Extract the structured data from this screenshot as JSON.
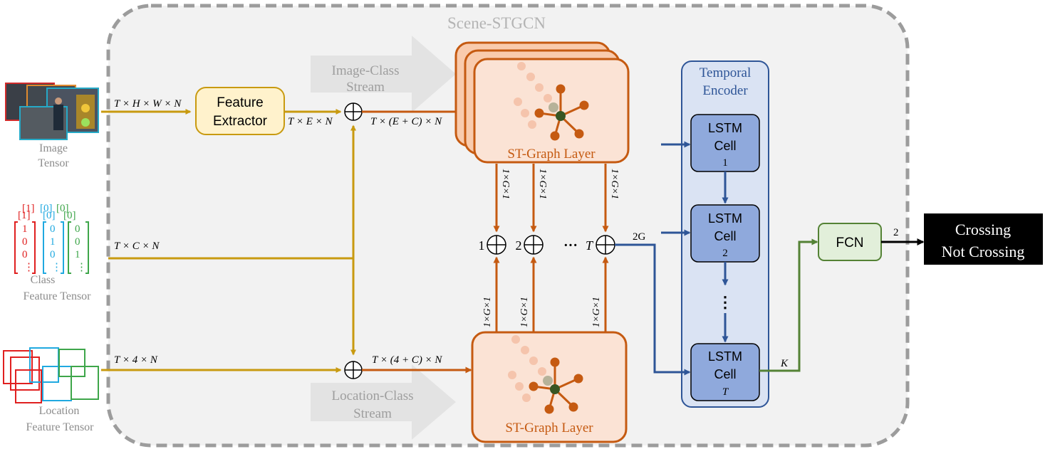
{
  "title": "Scene-STGCN",
  "colors": {
    "flow": "#c89a10",
    "graph": "#c55a11",
    "lstm": "#2e5597",
    "fcn": "#548235",
    "output": "#000000"
  },
  "inputs": {
    "image": {
      "label_line1": "Image",
      "label_line2": "Tensor",
      "dims": "T × H × W × N"
    },
    "class": {
      "label_line1": "Class",
      "label_line2": "Feature Tensor",
      "dims": "T × C × N",
      "matrix_values": [
        "1",
        "0",
        "0",
        "⋮"
      ]
    },
    "location": {
      "label_line1": "Location",
      "label_line2": "Feature Tensor",
      "dims": "T × 4 × N"
    }
  },
  "feature_extractor": {
    "line1": "Feature",
    "line2": "Extractor",
    "out_dims": "T × E × N"
  },
  "streams": {
    "image_class": {
      "line1": "Image-Class",
      "line2": "Stream",
      "dims": "T × (E + C) × N"
    },
    "location_class": {
      "line1": "Location-Class",
      "line2": "Stream",
      "dims": "T × (4 + C) × N"
    }
  },
  "graph_layers": {
    "top_label": "ST-Graph Layer",
    "bottom_label": "ST-Graph Layer"
  },
  "edge_dims": "1×G×1",
  "sums": {
    "labels": [
      "1",
      "2",
      "T"
    ],
    "ellipsis": "···",
    "out": "2G"
  },
  "temporal_encoder": {
    "line1": "Temporal",
    "line2": "Encoder",
    "cells": [
      {
        "line1": "LSTM",
        "line2": "Cell",
        "index": "1"
      },
      {
        "line1": "LSTM",
        "line2": "Cell",
        "index": "2"
      },
      {
        "line1": "LSTM",
        "line2": "Cell",
        "index": "T"
      }
    ],
    "ellipsis": "⋮",
    "out": "K"
  },
  "fcn": {
    "label": "FCN",
    "out": "2"
  },
  "output": {
    "line1": "Crossing",
    "line2": "Not Crossing"
  }
}
